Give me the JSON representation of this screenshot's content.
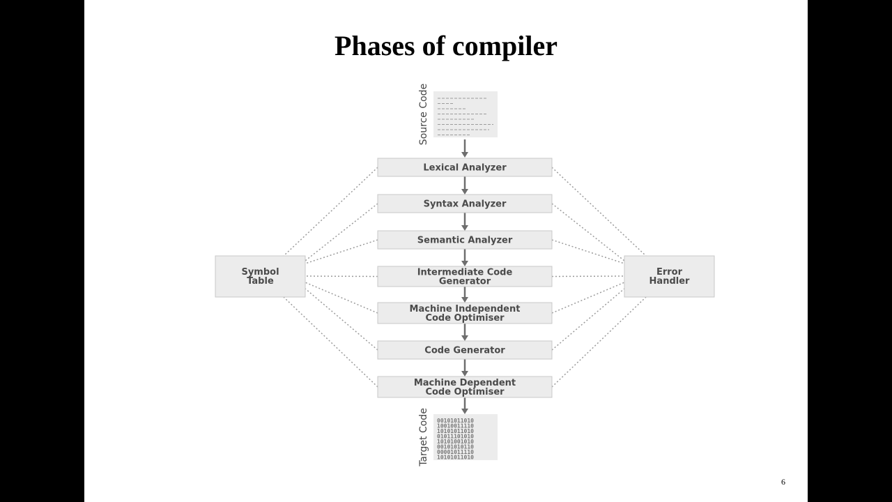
{
  "slide": {
    "title": "Phases of compiler",
    "page_number": "6"
  },
  "diagram": {
    "source_label": "Source Code",
    "target_label": "Target Code",
    "phases": [
      {
        "id": "lexical",
        "lines": [
          "Lexical Analyzer"
        ]
      },
      {
        "id": "syntax",
        "lines": [
          "Syntax Analyzer"
        ]
      },
      {
        "id": "semantic",
        "lines": [
          "Semantic Analyzer"
        ]
      },
      {
        "id": "intermediate",
        "lines": [
          "Intermediate Code",
          "Generator"
        ]
      },
      {
        "id": "mi-optimiser",
        "lines": [
          "Machine Independent",
          "Code Optimiser"
        ]
      },
      {
        "id": "codegen",
        "lines": [
          "Code Generator"
        ]
      },
      {
        "id": "md-optimiser",
        "lines": [
          "Machine Dependent",
          "Code Optimiser"
        ]
      }
    ],
    "symbol_table": [
      "Symbol",
      "Table"
    ],
    "error_handler": [
      "Error",
      "Handler"
    ],
    "binary_lines": [
      "00101011010",
      "10010011110",
      "10101011010",
      "01011101010",
      "10101001010",
      "00101010110",
      "00001011110",
      "10101011010"
    ],
    "colors": {
      "box_fill": "#ececec",
      "box_stroke": "#c8c8c8",
      "arrow": "#6e6e6e",
      "dotted": "#9a9a9a"
    }
  }
}
